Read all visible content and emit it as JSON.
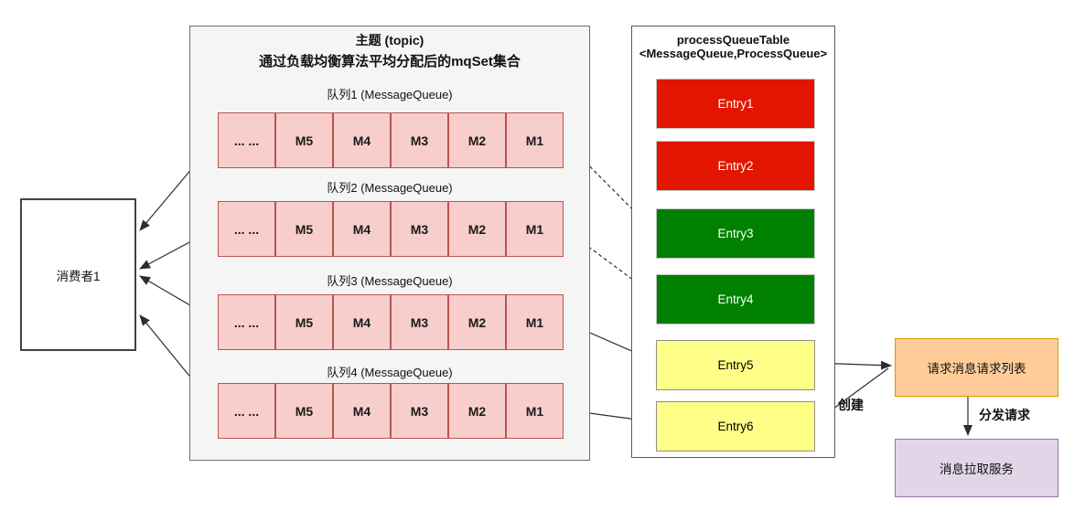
{
  "consumer": {
    "label": "消费者1"
  },
  "topic": {
    "title": "主题 (topic)",
    "subtitle": "通过负载均衡算法平均分配后的mqSet集合",
    "queues": [
      {
        "label": "队列1 (MessageQueue)",
        "cells": [
          "... ...",
          "M5",
          "M4",
          "M3",
          "M2",
          "M1"
        ]
      },
      {
        "label": "队列2 (MessageQueue)",
        "cells": [
          "... ...",
          "M5",
          "M4",
          "M3",
          "M2",
          "M1"
        ]
      },
      {
        "label": "队列3 (MessageQueue)",
        "cells": [
          "... ...",
          "M5",
          "M4",
          "M3",
          "M2",
          "M1"
        ]
      },
      {
        "label": "队列4 (MessageQueue)",
        "cells": [
          "... ...",
          "M5",
          "M4",
          "M3",
          "M2",
          "M1"
        ]
      }
    ]
  },
  "pqt": {
    "title_line1": "processQueueTable",
    "title_line2": "<MessageQueue,ProcessQueue>",
    "entries": [
      {
        "label": "Entry1",
        "fill": "#e11500",
        "text": "#ffffff",
        "border": "#c6c6c6"
      },
      {
        "label": "Entry2",
        "fill": "#e11500",
        "text": "#ffffff",
        "border": "#c6c6c6"
      },
      {
        "label": "Entry3",
        "fill": "#008000",
        "text": "#ffffff",
        "border": "#c6c6c6"
      },
      {
        "label": "Entry4",
        "fill": "#008000",
        "text": "#ffffff",
        "border": "#c6c6c6"
      },
      {
        "label": "Entry5",
        "fill": "#ffff88",
        "text": "#000000",
        "border": "#8f8f8f"
      },
      {
        "label": "Entry6",
        "fill": "#ffff88",
        "text": "#000000",
        "border": "#8f8f8f"
      }
    ]
  },
  "request_box": {
    "label": "请求消息请求列表",
    "fill": "#ffcc99",
    "border": "#d79b00"
  },
  "pull_box": {
    "label": "消息拉取服务",
    "fill": "#e1d5e7",
    "border": "#9673a6"
  },
  "edge_labels": {
    "create": "创建",
    "dispatch": "分发请求"
  },
  "colors": {
    "queue_cell_fill": "#f8cecc",
    "queue_cell_border": "#b85450",
    "topic_bg": "#f5f5f5",
    "topic_border": "#6e6e6e",
    "panel_border": "#595959",
    "consumer_border": "#424242",
    "arrow": "#2d2d2d"
  }
}
